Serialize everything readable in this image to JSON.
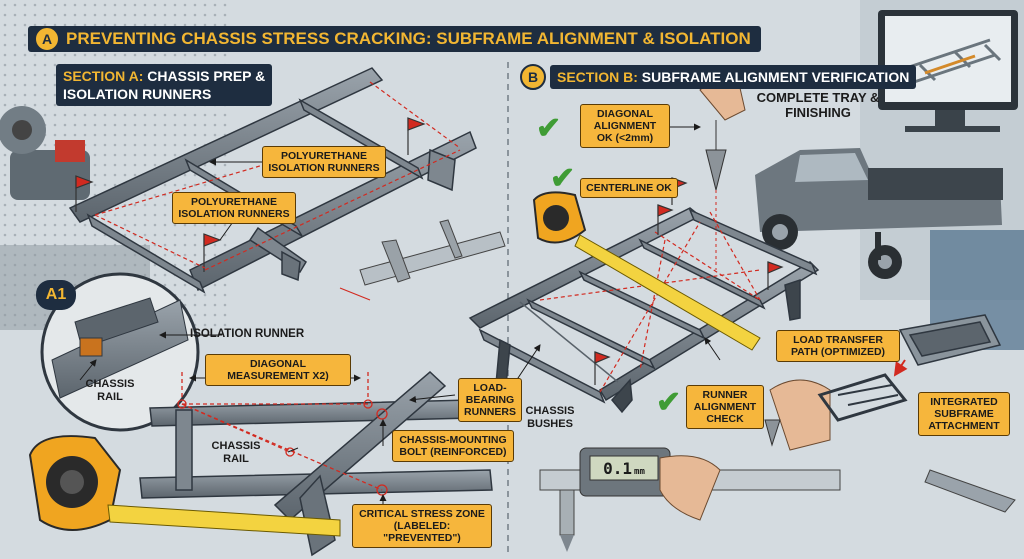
{
  "title": {
    "badge": "A",
    "text": "PREVENTING CHASSIS STRESS CRACKING: SUBFRAME ALIGNMENT & ISOLATION"
  },
  "section_a": {
    "prefix": "SECTION A:",
    "line1": "CHASSIS PREP &",
    "line2": "ISOLATION RUNNERS"
  },
  "section_b": {
    "badge": "B",
    "prefix": "SECTION B:",
    "text": "SUBFRAME ALIGNMENT VERIFICATION"
  },
  "detail_badge": "A1",
  "labels": {
    "poly_runners_1": "POLYURETHANE ISOLATION RUNNERS",
    "poly_runners_2": "POLYURETHANE ISOLATION RUNNERS",
    "isolation_runner": "ISOLATION RUNNER",
    "chassis_rail_1": "CHASSIS RAIL",
    "diagonal_x2": "DIAGONAL MEASUREMENT X2)",
    "chassis_rail_2": "CHASSIS RAIL",
    "mounting_bolt": "CHASSIS-MOUNTING BOLT (REINFORCED)",
    "stress_zone": "CRITICAL STRESS ZONE (LABELED: \"PREVENTED\")",
    "load_bearing": "LOAD-BEARING RUNNERS",
    "chassis_bushes": "CHASSIS BUSHES",
    "diagonal_ok": "DIAGONAL ALIGNMENT OK (<2mm)",
    "centerline_ok": "CENTERLINE OK",
    "complete_tray": "COMPLETE TRAY & FINISHING",
    "runner_check": "RUNNER ALIGNMENT CHECK",
    "load_path": "LOAD TRANSFER PATH (OPTIMIZED)",
    "integrated": "INTEGRATED SUBFRAME ATTACHMENT"
  },
  "caliper_readout": "0.1",
  "caliper_unit": "mm",
  "colors": {
    "navy": "#1e2d40",
    "accent": "#f2b632",
    "check": "#3f9c35",
    "redline": "#d22a20"
  }
}
